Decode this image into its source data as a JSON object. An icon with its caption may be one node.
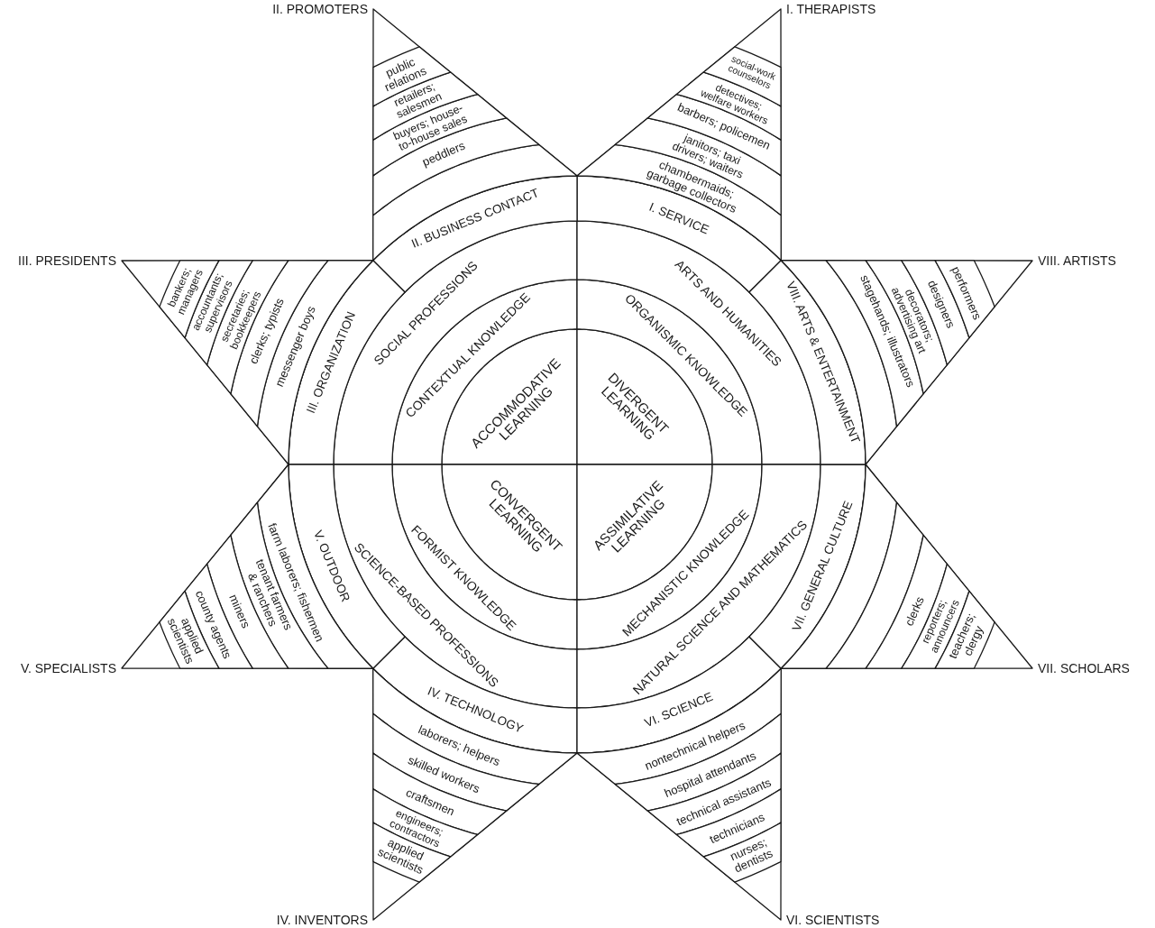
{
  "diagram": {
    "nodes": [
      {
        "text": [
          "ACCOMMODATIVE LEARNING"
        ]
      },
      {
        "text": [
          "DIVERGENT LEARNING"
        ]
      },
      {
        "text": [
          "CONVERGENT LEARNING"
        ]
      },
      {
        "text": [
          "ASSIMILATIVE LEARNING"
        ]
      },
      {
        "text": [
          "CONTEXTUAL KNOWLEDGE"
        ]
      },
      {
        "text": [
          "ORGANISMIC KNOWLEDGE"
        ]
      },
      {
        "text": [
          "FORMIST KNOWLEDGE"
        ]
      },
      {
        "text": [
          "MECHANISTIC KNOWLEDGE"
        ]
      },
      {
        "text": [
          "SOCIAL PROFESSIONS"
        ]
      },
      {
        "text": [
          "ARTS AND HUMANITIES"
        ]
      },
      {
        "text": [
          "SCIENCE-BASED PROFESSIONS"
        ]
      },
      {
        "text": [
          "NATURAL SCIENCE AND MATHEMATICS"
        ]
      },
      {
        "text": [
          "I. SERVICE"
        ]
      },
      {
        "text": [
          "II. BUSINESS CONTACT"
        ]
      },
      {
        "text": [
          "III. ORGANIZATION"
        ]
      },
      {
        "text": [
          "IV. TECHNOLOGY"
        ]
      },
      {
        "text": [
          "V. OUTDOOR"
        ]
      },
      {
        "text": [
          "VI. SCIENCE"
        ]
      },
      {
        "text": [
          "VII. GENERAL CULTURE"
        ]
      },
      {
        "text": [
          "VIII. ARTS & ENTERTAINMENT"
        ]
      },
      {
        "text": [
          "I. THERAPISTS"
        ]
      },
      {
        "text": [
          "chambermaids; garbage collectors"
        ],
        "in": 20
      },
      {
        "text": [
          "janitors; taxi drivers; waiters"
        ],
        "in": 20
      },
      {
        "text": [
          "barbers; policemen"
        ],
        "in": 20
      },
      {
        "text": [
          "detectives; welfare workers"
        ],
        "in": 20
      },
      {
        "text": [
          "social-work counselors"
        ],
        "in": 20
      },
      {
        "text": [
          "II. PROMOTERS"
        ]
      },
      {
        "text": [],
        "shape": "band",
        "in": 26
      },
      {
        "text": [
          "peddlers"
        ],
        "in": 26
      },
      {
        "text": [
          "buyers; house-to-house sales"
        ],
        "in": 26
      },
      {
        "text": [
          "retailers; salesmen"
        ],
        "in": 26
      },
      {
        "text": [
          "public relations"
        ],
        "in": 26
      },
      {
        "text": [
          "III. PRESIDENTS"
        ]
      },
      {
        "text": [
          "messenger boys"
        ],
        "in": 32
      },
      {
        "text": [
          "clerks; typists"
        ],
        "in": 32
      },
      {
        "text": [
          "secretaries; bookkeepers"
        ],
        "in": 32
      },
      {
        "text": [
          "accountants; supervisors"
        ],
        "in": 32
      },
      {
        "text": [
          "bankers; managers"
        ],
        "in": 32
      },
      {
        "text": [
          "IV. INVENTORS"
        ]
      },
      {
        "text": [
          "laborers; helpers"
        ],
        "in": 38
      },
      {
        "text": [
          "skilled workers"
        ],
        "in": 38
      },
      {
        "text": [
          "craftsmen"
        ],
        "in": 38
      },
      {
        "text": [
          "engineers; contractors"
        ],
        "in": 38
      },
      {
        "text": [
          "applied scientists"
        ],
        "in": 38
      },
      {
        "text": [
          "V. SPECIALISTS"
        ]
      },
      {
        "text": [
          "farm laborers; fishermen"
        ],
        "in": 44
      },
      {
        "text": [
          "tenant farmers & ranchers"
        ],
        "in": 44
      },
      {
        "text": [
          "miners"
        ],
        "in": 44
      },
      {
        "text": [
          "county agents"
        ],
        "in": 44
      },
      {
        "text": [
          "applied scientists"
        ],
        "in": 44
      },
      {
        "text": [
          "VI. SCIENTISTS"
        ]
      },
      {
        "text": [
          "nontechnical helpers"
        ],
        "in": 50
      },
      {
        "text": [
          "hospital attendants"
        ],
        "in": 50
      },
      {
        "text": [
          "technical assistants"
        ],
        "in": 50
      },
      {
        "text": [
          "technicians"
        ],
        "in": 50
      },
      {
        "text": [
          "nurses; dentists"
        ],
        "in": 50
      },
      {
        "text": [
          "VII. SCHOLARS"
        ]
      },
      {
        "text": [],
        "shape": "band",
        "in": 56
      },
      {
        "text": [],
        "shape": "band",
        "in": 56
      },
      {
        "text": [
          "clerks"
        ],
        "in": 56
      },
      {
        "text": [
          "reporters; announcers"
        ],
        "in": 56
      },
      {
        "text": [
          "teachers; clergy"
        ],
        "in": 56
      },
      {
        "text": [
          "VIII. ARTISTS"
        ]
      },
      {
        "text": [],
        "shape": "band",
        "in": 62
      },
      {
        "text": [
          "stagehands; illustrators"
        ],
        "in": 62
      },
      {
        "text": [
          "decorators; advertising art"
        ],
        "in": 62
      },
      {
        "text": [
          "designers"
        ],
        "in": 62
      },
      {
        "text": [
          "performers"
        ],
        "in": 62
      }
    ]
  }
}
